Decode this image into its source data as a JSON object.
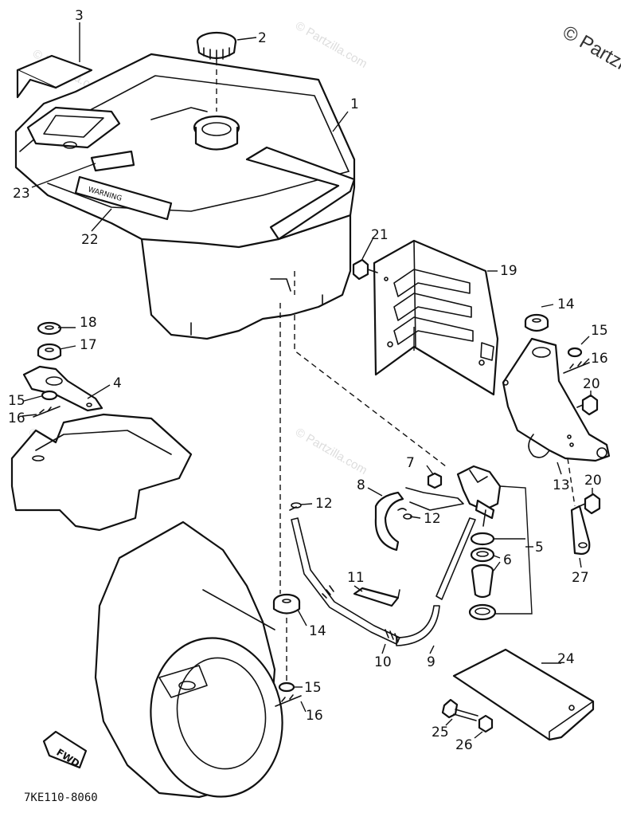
{
  "watermark": {
    "corner_text": "© Partzilla",
    "repeat_text": "© Partzilla.com"
  },
  "drawing_code": "7KE110-8060",
  "fwd_arrow_label": "FWD",
  "tank_decal_text": "WARNING",
  "callouts": {
    "c1": "1",
    "c2": "2",
    "c3": "3",
    "c4": "4",
    "c5": "5",
    "c6": "6",
    "c7": "7",
    "c8": "8",
    "c9": "9",
    "c10": "10",
    "c11": "11",
    "c12a": "12",
    "c12b": "12",
    "c13": "13",
    "c14a": "14",
    "c14b": "14",
    "c15a": "15",
    "c15b": "15",
    "c15c": "15",
    "c16a": "16",
    "c16b": "16",
    "c16c": "16",
    "c17": "17",
    "c18": "18",
    "c19": "19",
    "c20a": "20",
    "c20b": "20",
    "c21": "21",
    "c22": "22",
    "c23": "23",
    "c24": "24",
    "c25": "25",
    "c26": "26",
    "c27": "27"
  }
}
